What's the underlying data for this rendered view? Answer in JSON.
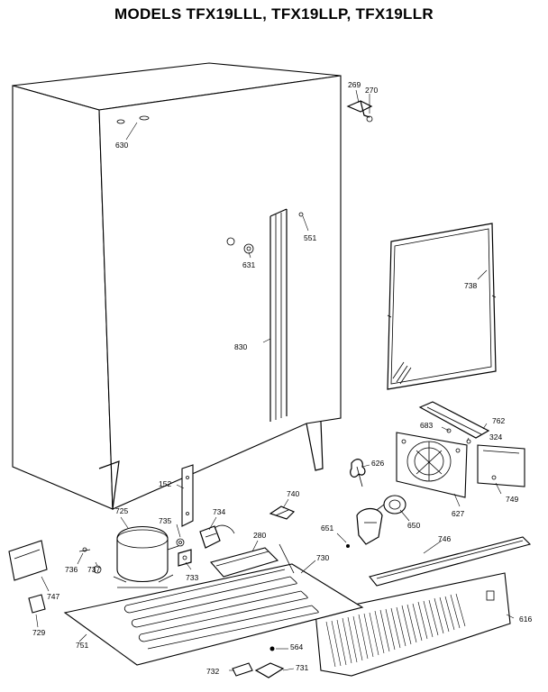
{
  "diagram": {
    "title": "MODELS TFX19LLL, TFX19LLP, TFX19LLR",
    "callouts": {
      "p269": "269",
      "p270": "270",
      "p630": "630",
      "p551": "551",
      "p631": "631",
      "p738": "738",
      "p830": "830",
      "p762": "762",
      "p683": "683",
      "p324": "324",
      "p626": "626",
      "p749": "749",
      "p740": "740",
      "p152": "152",
      "p725": "725",
      "p735": "735",
      "p734": "734",
      "p280": "280",
      "p650": "650",
      "p651": "651",
      "p627": "627",
      "p746": "746",
      "p736": "736",
      "p737": "737",
      "p733": "733",
      "p730": "730",
      "p747": "747",
      "p729": "729",
      "p751": "751",
      "p616": "616",
      "p564": "564",
      "p732": "732",
      "p731": "731"
    }
  }
}
